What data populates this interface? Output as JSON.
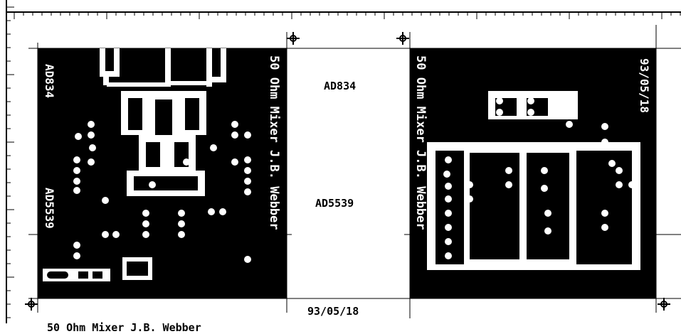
{
  "title": "50 Ohm Mixer J.B. Webber",
  "date": "93/05/18",
  "chip_top_label": "AD834",
  "chip_bottom_label": "AD5539",
  "left_board": {
    "side_label_right": "50 Ohm Mixer J.B. Webber",
    "side_label_left_top": "AD834",
    "side_label_left_bottom": "AD5539"
  },
  "right_board": {
    "side_label_left": "50 Ohm Mixer J.B. Webber",
    "side_label_right": "93/05/18"
  },
  "colors": {
    "copper": "#000000",
    "paper": "#ffffff",
    "pad": "#ffffff"
  }
}
